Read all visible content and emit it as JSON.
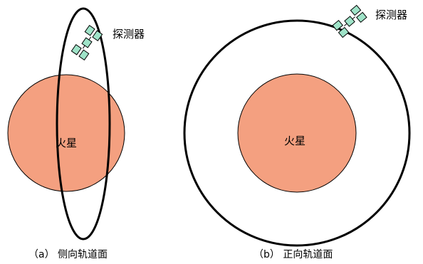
{
  "colors": {
    "planet_fill": "#F4A080",
    "satellite_fill": "#9FE3C8",
    "stroke": "#000000"
  },
  "panel_a": {
    "planet_label": "火星",
    "probe_label": "探测器",
    "caption": "（a） 侧向轨道面"
  },
  "panel_b": {
    "planet_label": "火星",
    "probe_label": "探测器",
    "caption": "（b） 正向轨道面"
  },
  "icons": {
    "probe": "satellite-icon"
  }
}
